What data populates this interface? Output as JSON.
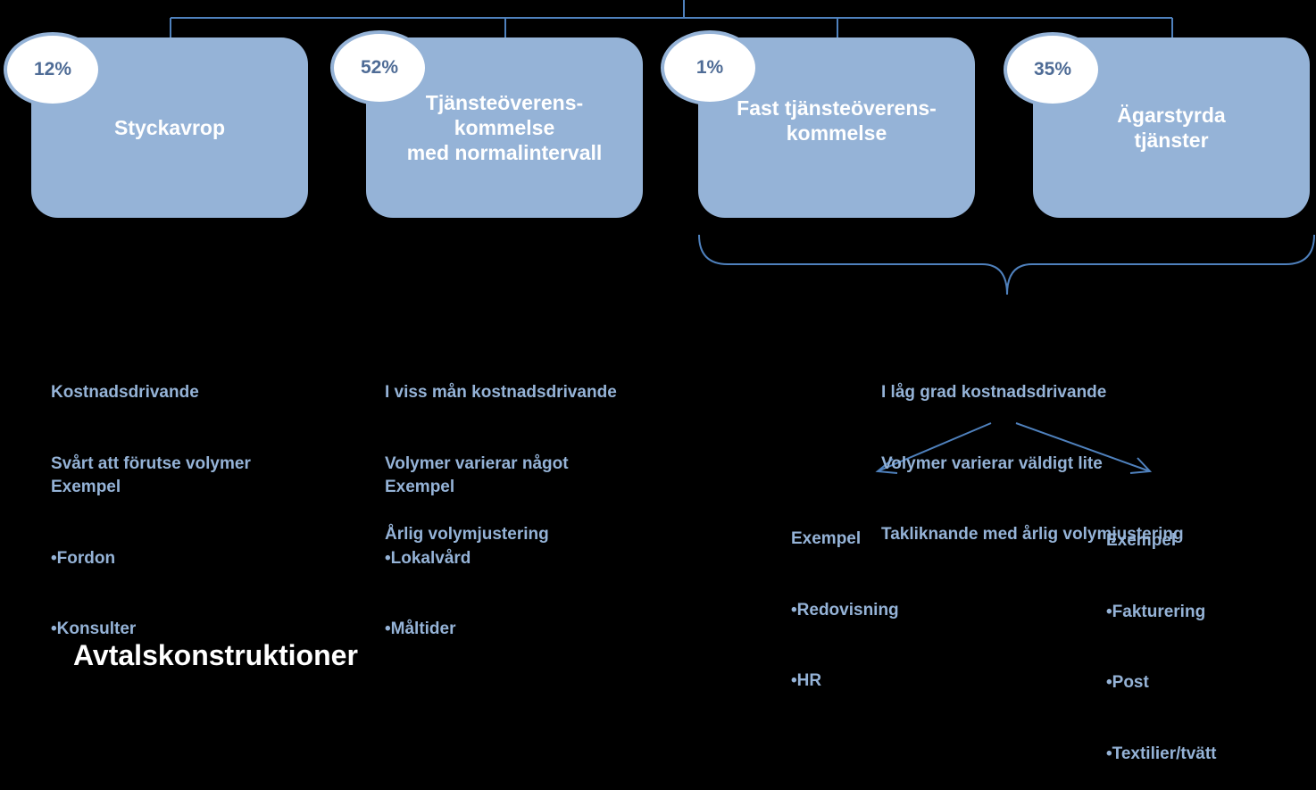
{
  "colors": {
    "box": "#95B3D7",
    "badge_text": "#4F6C96",
    "line": "#4F81BD",
    "text": "#95B3D7",
    "title": "#FFFFFF"
  },
  "boxes": [
    {
      "percent": "12%",
      "label": "Styckavrop"
    },
    {
      "percent": "52%",
      "label": "Tjänsteöverens-\nkommelse\nmed normalintervall"
    },
    {
      "percent": "1%",
      "label": "Fast tjänsteöverens-\nkommelse"
    },
    {
      "percent": "35%",
      "label": "Ägarstyrda\ntjänster"
    }
  ],
  "descriptions": {
    "col1": {
      "lines": [
        "Kostnadsdrivande",
        "Svårt att förutse volymer"
      ],
      "example_header": "Exempel",
      "examples": [
        "•Fordon",
        "•Konsulter"
      ]
    },
    "col2": {
      "lines": [
        "I viss mån kostnadsdrivande",
        "Volymer varierar något",
        "Årlig volymjustering"
      ],
      "example_header": "Exempel",
      "examples": [
        "•Lokalvård",
        "•Måltider"
      ]
    },
    "col3": {
      "lines": [
        "I låg grad kostnadsdrivande",
        "Volymer varierar väldigt lite",
        "Takliknande med årlig volymjustering"
      ]
    },
    "col3_left": {
      "example_header": "Exempel",
      "examples": [
        "•Redovisning",
        "•HR"
      ]
    },
    "col3_right": {
      "example_header": "Exempel",
      "examples": [
        "•Fakturering",
        "•Post",
        "•Textilier/tvätt"
      ]
    }
  },
  "title": "Avtalskonstruktioner"
}
